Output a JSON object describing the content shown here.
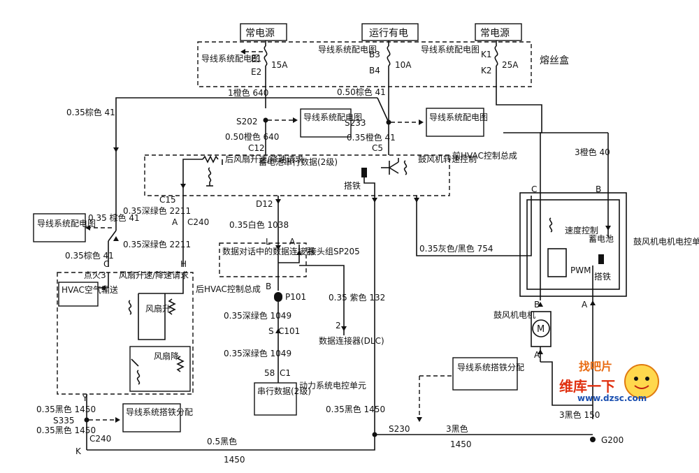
{
  "power_sources": {
    "left": "常电源",
    "middle": "运行有电",
    "right": "常电源"
  },
  "fuse_box": {
    "label": "熔丝盒",
    "ref_left": "导线系统配电图",
    "ref_middle": "导线系统配电图",
    "ref_right": "导线系统配电图",
    "fuse_e": {
      "in": "E1",
      "out": "E2",
      "rating": "15A"
    },
    "fuse_b": {
      "in": "B3",
      "out": "B4",
      "rating": "10A"
    },
    "fuse_k": {
      "in": "K1",
      "out": "K2",
      "rating": "25A"
    }
  },
  "wires": {
    "w640_top": "1橙色 640",
    "w41_mid": "0.50棕色 41",
    "w41_left": "0.35棕色 41",
    "w640_s202": "0.50橙色 640",
    "w41_s233": "0.35橙色 41",
    "w40": "3橙色 40",
    "w2211_a": "0.35深绿色 2211",
    "w2211_b": "0.35深绿色 2211",
    "w1038": "0.35白色 1038",
    "w754": "0.35灰色/黑色 754",
    "w1049_a": "0.35深绿色 1049",
    "w1049_b": "0.35深绿色 1049",
    "w132": "0.35 紫色 132",
    "w41_c": "0.35棕色 41",
    "w41_branch": "0.35 棕色 41",
    "w1450_y": "0.35黑色 1450",
    "w1450_k": "0.35黑色 1450",
    "w1450_s230": "0.35黑色 1450",
    "w1450_bottom": "0.5黑色",
    "w1450_bottom_num": "1450",
    "w3black_mid": "3黑色",
    "w3black_mid_num": "1450",
    "w150": "3黑色 150"
  },
  "splices": {
    "s202": "S202",
    "s233": "S233",
    "s335": "S335",
    "s230": "S230",
    "g200": "G200"
  },
  "connectors": {
    "c12": "C12",
    "c5": "C5",
    "c15": "C15",
    "c240a": "A",
    "c240a_ref": "C240",
    "d12": "D12",
    "p101": "P101",
    "p101_pin": "B",
    "c101": "C101",
    "c101_pin": "S",
    "c1": "C1",
    "c1_pin": "58",
    "c240k": "C240",
    "pin_c": "C",
    "pin_h": "H",
    "pin_y": "Y",
    "pin_k": "K",
    "pin_l": "L",
    "pin_a_sp": "A",
    "pin_b_sp": "B",
    "dlc_pin": "2",
    "blower_c": "C",
    "blower_b": "B",
    "blower_b2": "B",
    "blower_a": "A",
    "motor_a": "A"
  },
  "front_hvac": {
    "label": "前HVAC控制总成",
    "rear_fan_req": "后风扇升速/降速请求",
    "battery_serial": "蓄电池串行数据(2级)",
    "ground": "搭铁",
    "blower_speed": "鼓风机转速控制"
  },
  "rear_hvac": {
    "label": "后HVAC控制总成",
    "ignition": "点火3",
    "fan_req": "风扇升速/降速请求",
    "air": "HVAC空气输送",
    "fan_up": "风扇升",
    "fan_down": "风扇降"
  },
  "refs": {
    "left_ref": "导线系统配电图",
    "s202_ref": "导线系统配电图",
    "s233_ref": "导线系统配电图",
    "s335_ref": "导线系统搭铁分配",
    "ground_ref": "导线系统搭铁分配"
  },
  "sp205": {
    "data_conn": "数据对话中的数据连接器",
    "label": "接头组SP205"
  },
  "dlc": {
    "label": "数据连接器(DLC)"
  },
  "pcm": {
    "serial": "串行数据(2级)",
    "label": "动力系统电控单元"
  },
  "blower_unit": {
    "label": "鼓风机电机电控单元",
    "speed_ctrl": "速度控制",
    "battery": "蓄电池",
    "pwm": "PWM",
    "ground": "搭铁"
  },
  "blower_motor": {
    "label": "鼓风机电机",
    "symbol": "M"
  },
  "watermark": {
    "top": "找吧片",
    "brand": "维库一下",
    "url": "www.dzsc.com"
  }
}
